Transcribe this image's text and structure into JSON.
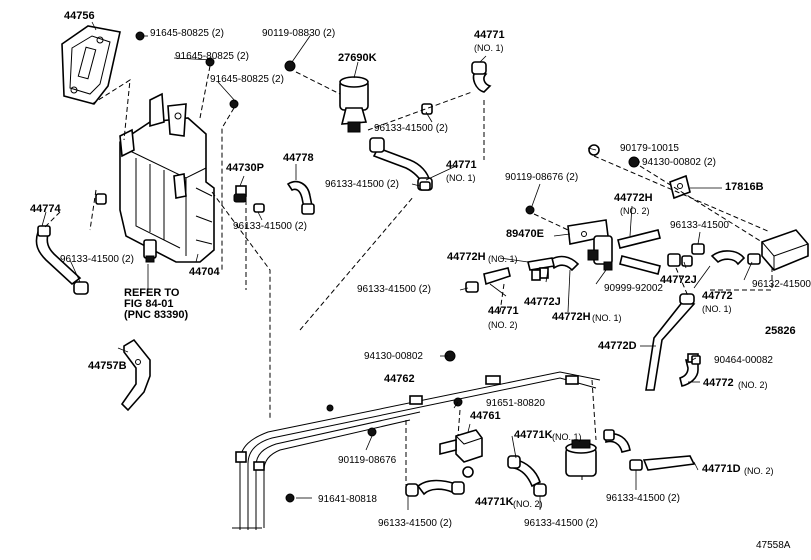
{
  "labels": {
    "p44756": "44756",
    "b91645_1": "91645-80825 (2)",
    "b91645_2": "91645-80825 (2)",
    "b91645_3": "91645-80825 (2)",
    "b90119_08830": "90119-08830 (2)",
    "p27690K": "27690K",
    "p44771_top": "44771",
    "p44771_top_note": "(NO. 1)",
    "c96133_a": "96133-41500 (2)",
    "p44730P": "44730P",
    "p44778": "44778",
    "c96133_b": "96133-41500 (2)",
    "c96133_c": "96133-41500 (2)",
    "p44771_mid": "44771",
    "p44771_mid_note": "(NO. 1)",
    "p44774": "44774",
    "c96133_d": "96133-41500 (2)",
    "p44704": "44704",
    "refer_line1": "REFER TO",
    "refer_line2": "FIG 84-01",
    "refer_line3": "(PNC 83390)",
    "b90179": "90179-10015",
    "n94130_a": "94130-00802 (2)",
    "p17816B": "17816B",
    "b90119_08676_a": "90119-08676 (2)",
    "p44772H_a": "44772H",
    "p44772H_a_note": "(NO. 2)",
    "p89470E": "89470E",
    "c96133_e": "96133-41500",
    "p44772H_b": "44772H",
    "p44772H_b_note": "(NO. 1)",
    "p44772J_a": "44772J",
    "p44772J_b": "44772J",
    "c96133_f": "96133-41500 (2)",
    "p44771_low": "44771",
    "p44771_low_note": "(NO. 2)",
    "b90999": "90999-92002",
    "p44772H_c": "44772H",
    "p44772H_c_note": "(NO. 1)",
    "p44772_a": "44772",
    "p44772_a_note": "(NO. 1)",
    "c96132": "96132-41500",
    "p25826": "25826",
    "p44757B": "44757B",
    "n94130_b": "94130-00802",
    "p44762": "44762",
    "p44772D": "44772D",
    "c90464": "90464-00082",
    "p44772_b": "44772",
    "p44772_b_note": "(NO. 2)",
    "b91651": "91651-80820",
    "p44761": "44761",
    "b90119_08676_b": "90119-08676",
    "p44771K_a": "44771K",
    "p44771K_a_note": "(NO. 1)",
    "p44771K_b": "44771K",
    "p44771K_b_note": "(NO. 2)",
    "p44771D": "44771D",
    "p44771D_note": "(NO. 2)",
    "b91641": "91641-80818",
    "c96133_g": "96133-41500 (2)",
    "c96133_h": "96133-41500 (2)",
    "c96133_i": "96133-41500 (2)",
    "figure_code": "47558A"
  }
}
